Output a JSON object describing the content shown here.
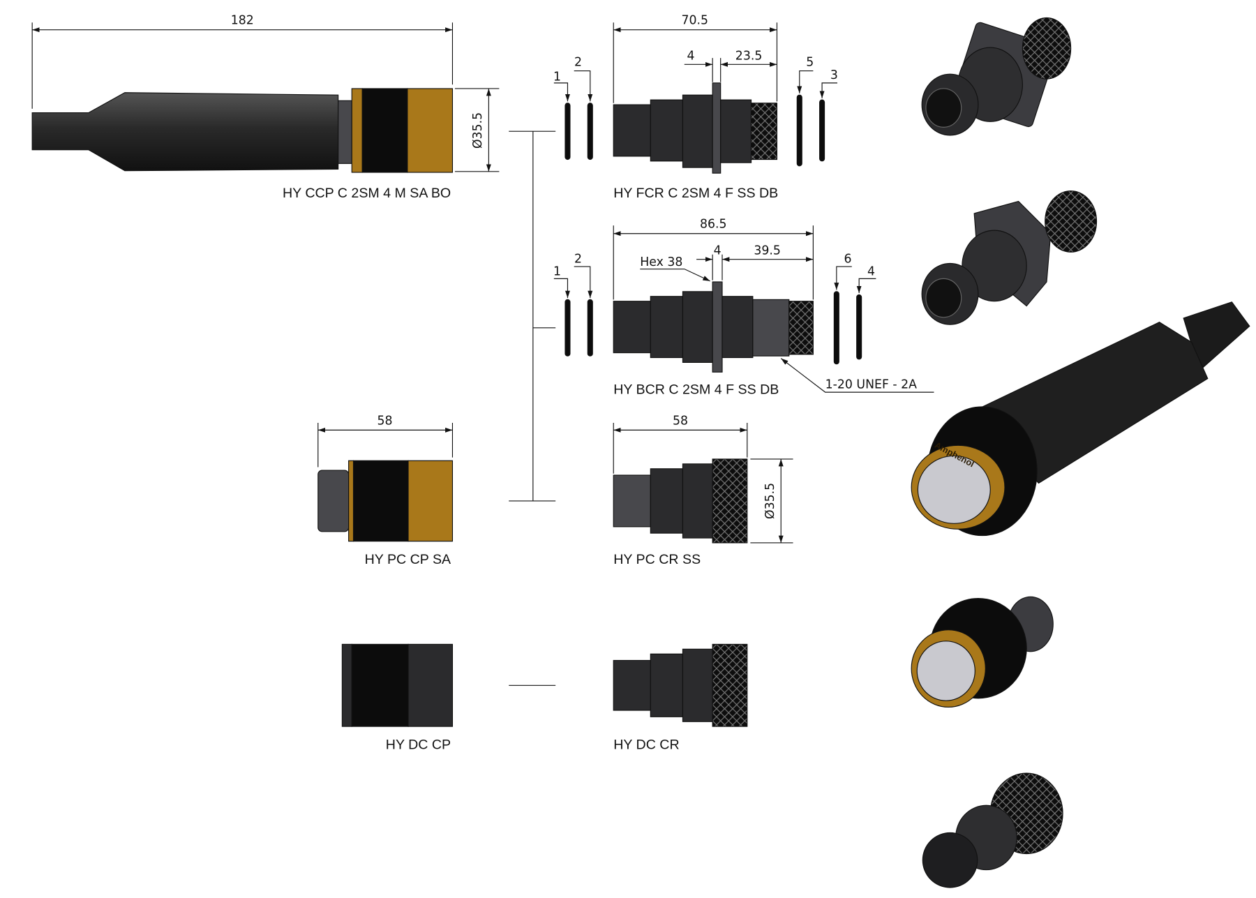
{
  "title_block": {
    "brand_logo_text": "Amphenol"
  },
  "parts": {
    "ccp": "HY CCP C 2SM 4 M SA BO",
    "fcr": "HY FCR C 2SM 4 F SS DB",
    "bcr": "HY BCR C 2SM 4 F SS DB",
    "pc_cp": "HY PC CP SA",
    "pc_cr": "HY PC CR SS",
    "dc_cp": "HY DC CP",
    "dc_cr": "HY DC CR"
  },
  "dimensions": {
    "ccp_length": "182",
    "ccp_diameter": "Ø35.5",
    "fcr_length": "70.5",
    "fcr_flange": "4",
    "fcr_front": "23.5",
    "bcr_length": "86.5",
    "bcr_hex": "Hex 38",
    "bcr_flange": "4",
    "bcr_front": "39.5",
    "bcr_thread": "1-20 UNEF - 2A",
    "pc_cp_length": "58",
    "pc_cr_length": "58",
    "pc_cr_diameter": "Ø35.5"
  },
  "pin_callouts": {
    "fcr_left": [
      "1",
      "2"
    ],
    "fcr_right": [
      "5",
      "3"
    ],
    "bcr_left": [
      "1",
      "2"
    ],
    "bcr_right": [
      "6",
      "4"
    ]
  },
  "colors": {
    "gold": "#a9781a",
    "body": "#2b2b2d",
    "black": "#0c0c0c"
  }
}
